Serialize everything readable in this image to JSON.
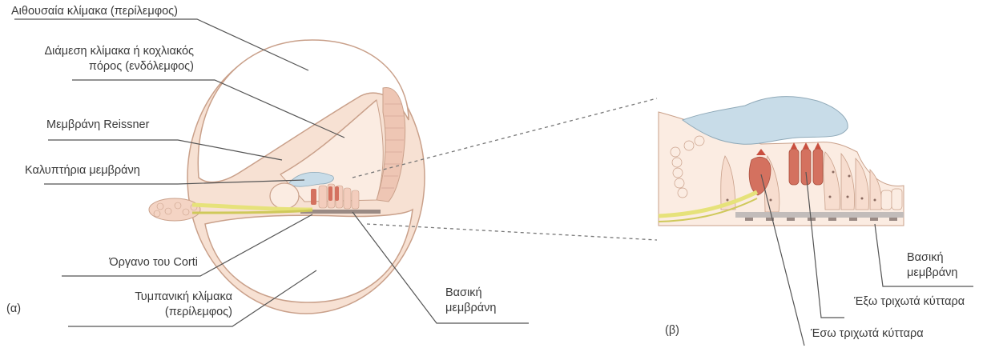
{
  "labels": {
    "scala_vestibuli": "Αιθουσαία κλίμακα (περίλεμφος)",
    "scala_media_1": "Διάμεση κλίμακα ή κοχλιακός",
    "scala_media_2": "πόρος (ενδόλεμφος)",
    "reissner": "Μεμβράνη Reissner",
    "tectorial": "Καλυπτήρια μεμβράνη",
    "corti": "Όργανο του Corti",
    "scala_tympani_1": "Τυμπανική κλίμακα",
    "scala_tympani_2": "(περίλεμφος)",
    "basilar_a_1": "Βασική",
    "basilar_a_2": "μεμβράνη",
    "panel_a": "(α)",
    "basilar_b_1": "Βασική",
    "basilar_b_2": "μεμβράνη",
    "outer_hair": "Έξω τριχωτά κύτταρα",
    "inner_hair": "Έσω τριχωτά κύτταρα",
    "panel_b": "(β)"
  },
  "colors": {
    "tissue_fill": "#f7e1d3",
    "tissue_stroke": "#c9a08a",
    "membrane_blue": "#c8dce8",
    "hair_cell_red": "#d4715f",
    "nerve_yellow": "#e6e27a",
    "leader_line": "#555555"
  }
}
